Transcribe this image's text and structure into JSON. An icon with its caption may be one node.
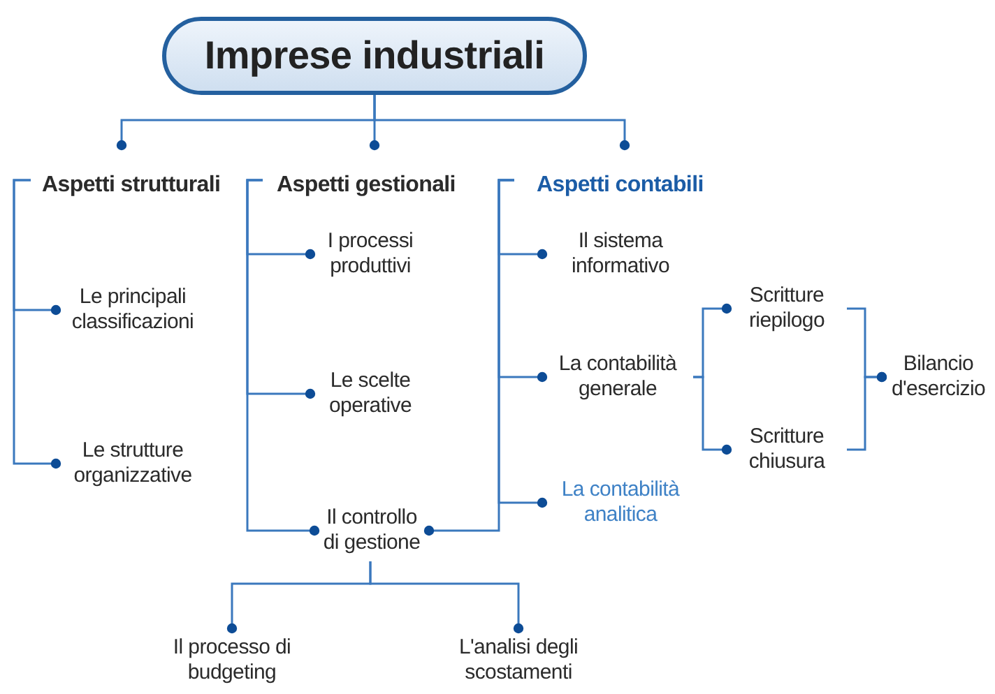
{
  "diagram": {
    "nodes": [
      {
        "text": [
          "Imprese industriali"
        ]
      },
      {
        "text": [
          "Aspetti strutturali"
        ]
      },
      {
        "text": [
          "Aspetti gestionali"
        ]
      },
      {
        "text": [
          "Aspetti contabili"
        ]
      },
      {
        "text": [
          "Le principali classificazioni"
        ]
      },
      {
        "text": [
          "Le strutture organizzative"
        ]
      },
      {
        "text": [
          "I processi produttivi"
        ]
      },
      {
        "text": [
          "Le scelte operative"
        ]
      },
      {
        "text": [
          "Il controllo di gestione"
        ]
      },
      {
        "text": [
          "Il sistema informativo"
        ]
      },
      {
        "text": [
          "La contabilità generale"
        ]
      },
      {
        "text": [
          "Scritture riepilogo"
        ]
      },
      {
        "text": [
          "Scritture chiusura"
        ]
      },
      {
        "text": [
          "Bilancio d'esercizio"
        ]
      },
      {
        "text": [
          "La contabilità analitica"
        ]
      },
      {
        "text": [
          "Il processo di budgeting"
        ]
      },
      {
        "text": [
          "L'analisi degli scostamenti"
        ]
      }
    ],
    "edges": [
      {
        "from": 0,
        "to": 1,
        "arrow": "other"
      },
      {
        "from": 0,
        "to": 2,
        "arrow": "other"
      },
      {
        "from": 0,
        "to": 3,
        "arrow": "other"
      },
      {
        "from": 1,
        "to": 4,
        "arrow": "other"
      },
      {
        "from": 1,
        "to": 5,
        "arrow": "other"
      },
      {
        "from": 2,
        "to": 6,
        "arrow": "other"
      },
      {
        "from": 2,
        "to": 7,
        "arrow": "other"
      },
      {
        "from": 2,
        "to": 8,
        "arrow": "other"
      },
      {
        "from": 3,
        "to": 9,
        "arrow": "other"
      },
      {
        "from": 3,
        "to": 10,
        "arrow": "other"
      },
      {
        "from": 3,
        "to": 14,
        "arrow": "other"
      },
      {
        "from": 3,
        "to": 8,
        "arrow": "other"
      },
      {
        "from": 10,
        "to": 11,
        "arrow": "other"
      },
      {
        "from": 10,
        "to": 12,
        "arrow": "other"
      },
      {
        "from": 11,
        "to": 13,
        "arrow": "other"
      },
      {
        "from": 12,
        "to": 13,
        "arrow": "other"
      },
      {
        "from": 8,
        "to": 15,
        "arrow": "other"
      },
      {
        "from": 8,
        "to": 16,
        "arrow": "other"
      }
    ]
  }
}
